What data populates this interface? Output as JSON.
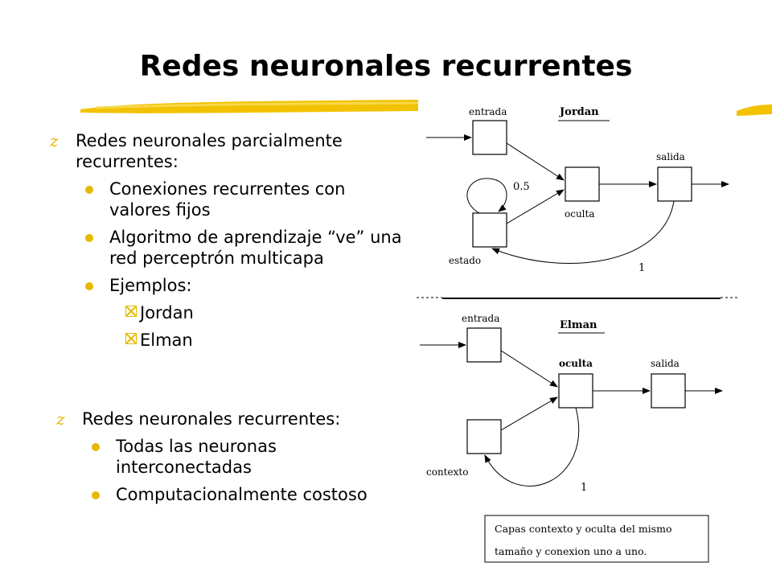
{
  "title": "Redes neuronales recurrentes",
  "colors": {
    "accent": "#e6b800",
    "text": "#000000",
    "background": "#ffffff"
  },
  "left": {
    "section1": {
      "heading": "Redes neuronales parcialmente recurrentes:",
      "items": [
        "Conexiones recurrentes con valores fijos",
        "Algoritmo de aprendizaje “ve” una red perceptrón multicapa",
        "Ejemplos:"
      ],
      "examples": [
        "Jordan",
        "Elman"
      ]
    },
    "section2": {
      "heading": "Redes neuronales recurrentes:",
      "items": [
        "Todas las neuronas interconectadas",
        "Computacionalmente costoso"
      ]
    }
  },
  "jordan": {
    "name": "Jordan",
    "input": "entrada",
    "hidden": "oculta",
    "output": "salida",
    "state": "estado",
    "self_weight": "0.5",
    "feedback_weight": "1"
  },
  "elman": {
    "name": "Elman",
    "input": "entrada",
    "hidden": "oculta",
    "output": "salida",
    "context": "contexto",
    "feedback_weight": "1",
    "note_line1": "Capas contexto y oculta del mismo",
    "note_line2": "tamaño y conexion uno a uno."
  }
}
